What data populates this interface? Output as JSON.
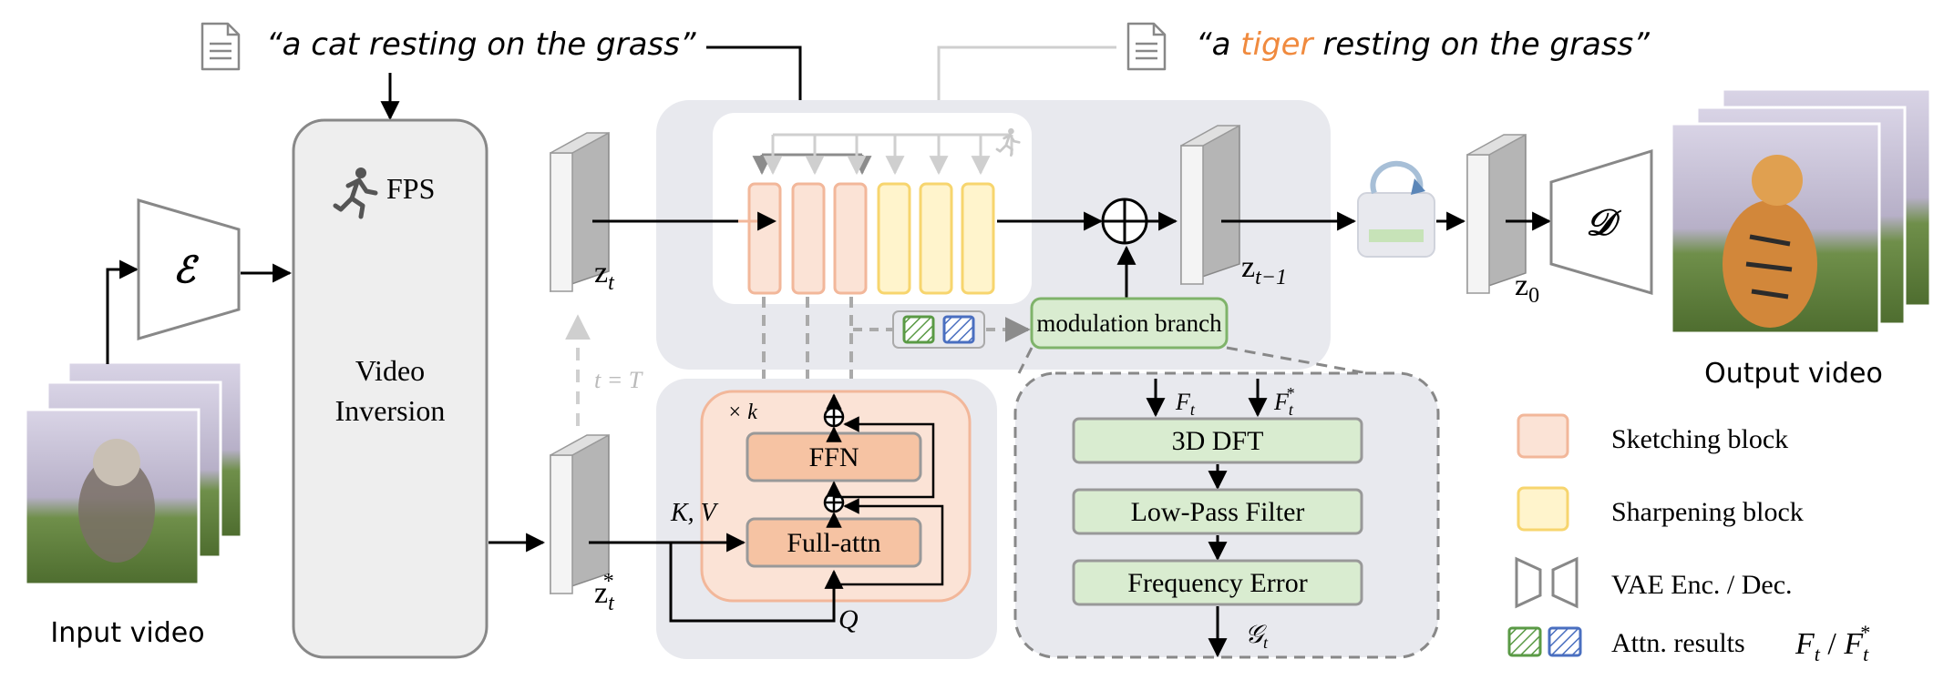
{
  "prompts": {
    "source_text": "“a cat resting on the grass”",
    "target_prefix": "“a ",
    "target_word": "tiger",
    "target_suffix": " resting on the grass”"
  },
  "encoder": {
    "symbol": "ℰ"
  },
  "decoder": {
    "symbol": "𝒟"
  },
  "inversion": {
    "fps_label": "FPS",
    "title_line1": "Video",
    "title_line2": "Inversion"
  },
  "latents": {
    "zt_base": "z",
    "zt_sub": "t",
    "zt_star_base": "z",
    "zt_star_sub": "t",
    "zt_star_sup": "*",
    "zt1_base": "z",
    "zt1_sub": "t−1",
    "z0_base": "z",
    "z0_sub": "0",
    "t_eq_T": "t = T"
  },
  "attention_block": {
    "repeat": "× k",
    "ffn": "FFN",
    "full_attn": "Full-attn",
    "kv": "K, V",
    "q": "Q"
  },
  "modulation": {
    "branch_label": "modulation branch",
    "f_t": "F",
    "f_t_sub": "t",
    "f_t_star": "F",
    "f_t_star_sub": "t",
    "f_t_star_sup": "*",
    "dft": "3D DFT",
    "low_pass": "Low-Pass Filter",
    "freq_error": "Frequency Error",
    "g_t": "𝒢",
    "g_t_sub": "t"
  },
  "videos": {
    "input_label": "Input video",
    "output_label": "Output video"
  },
  "legend": {
    "sketching": "Sketching block",
    "sharpening": "Sharpening block",
    "vae": "VAE Enc. / Dec.",
    "attn_results": "Attn. results",
    "attn_sym_a": "F",
    "attn_sym_a_sub": "t",
    "attn_sep": " / ",
    "attn_sym_b": "F",
    "attn_sym_b_sub": "t",
    "attn_sym_b_sup": "*"
  },
  "colors": {
    "sketch_fill": "#fbe3d6",
    "sketch_stroke": "#f2b79a",
    "sharpen_fill": "#fff4cc",
    "sharpen_stroke": "#f7d56e",
    "panel_gray": "#e8e9ee",
    "tiger_orange": "#f08a3e",
    "green_box": "#d9ecd0",
    "green_stroke": "#7fb36a",
    "orange_block": "#f6c3a3",
    "attn_green": "#5a9a45",
    "attn_blue": "#4a6fc0"
  },
  "icons": [
    "document-icon",
    "running-icon",
    "lock-refresh-icon",
    "hatched-square-icon"
  ]
}
